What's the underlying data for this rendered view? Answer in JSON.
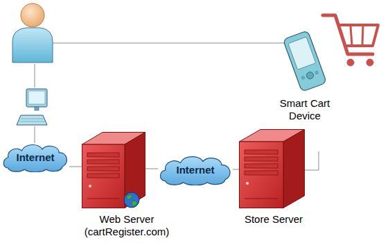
{
  "diagram": {
    "nodes": [
      {
        "text": [
          "Smart Cart Device"
        ]
      },
      {
        "text": [
          "Internet"
        ]
      },
      {
        "text": [
          "Web Server (cartRegister.com)"
        ]
      },
      {
        "text": [
          "Internet"
        ]
      },
      {
        "text": [
          "Store Server"
        ]
      }
    ],
    "edges": [
      {
        "from": 1,
        "to": 2,
        "arrow": "none"
      },
      {
        "from": 2,
        "to": 3,
        "arrow": "none"
      },
      {
        "from": 3,
        "to": 4,
        "arrow": "none"
      },
      {
        "from": 4,
        "to": 0,
        "arrow": "none"
      }
    ]
  }
}
